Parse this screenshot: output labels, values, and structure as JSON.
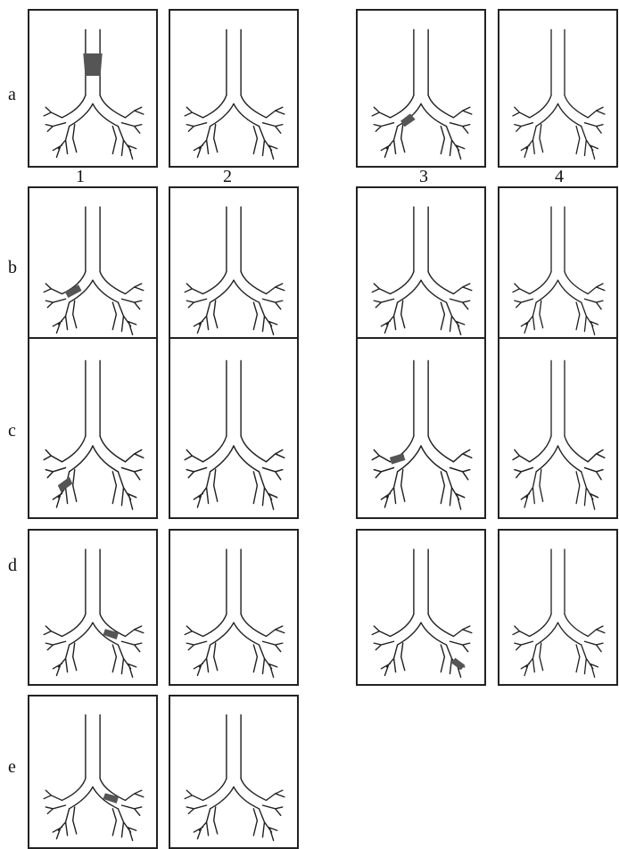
{
  "figure": {
    "row_labels": [
      "a",
      "b",
      "c",
      "d",
      "e"
    ],
    "column_labels": [
      "1",
      "2",
      "3",
      "4"
    ],
    "panels": [
      {
        "row": "a",
        "col": 1,
        "highlight": "trachea-stenosis"
      },
      {
        "row": "a",
        "col": 2,
        "highlight": "none"
      },
      {
        "row": "a",
        "col": 3,
        "highlight": "left-main-bronchus-origin"
      },
      {
        "row": "a",
        "col": 4,
        "highlight": "none"
      },
      {
        "row": "b",
        "col": 1,
        "highlight": "left-upper-lobe-bronchus"
      },
      {
        "row": "b",
        "col": 2,
        "highlight": "none"
      },
      {
        "row": "b",
        "col": 3,
        "highlight": "none"
      },
      {
        "row": "b",
        "col": 4,
        "highlight": "none"
      },
      {
        "row": "c",
        "col": 1,
        "highlight": "left-lower-branch"
      },
      {
        "row": "c",
        "col": 2,
        "highlight": "none"
      },
      {
        "row": "c",
        "col": 3,
        "highlight": "left-upper-branch"
      },
      {
        "row": "c",
        "col": 4,
        "highlight": "none"
      },
      {
        "row": "d",
        "col": 1,
        "highlight": "right-main-bronchus"
      },
      {
        "row": "d",
        "col": 2,
        "highlight": "none"
      },
      {
        "row": "d",
        "col": 3,
        "highlight": "right-lower-bronchus"
      },
      {
        "row": "d",
        "col": 4,
        "highlight": "none"
      },
      {
        "row": "e",
        "col": 1,
        "highlight": "right-main-bronchus"
      },
      {
        "row": "e",
        "col": 2,
        "highlight": "none"
      }
    ],
    "colors": {
      "outline": "#222222",
      "highlight": "#555555"
    }
  }
}
